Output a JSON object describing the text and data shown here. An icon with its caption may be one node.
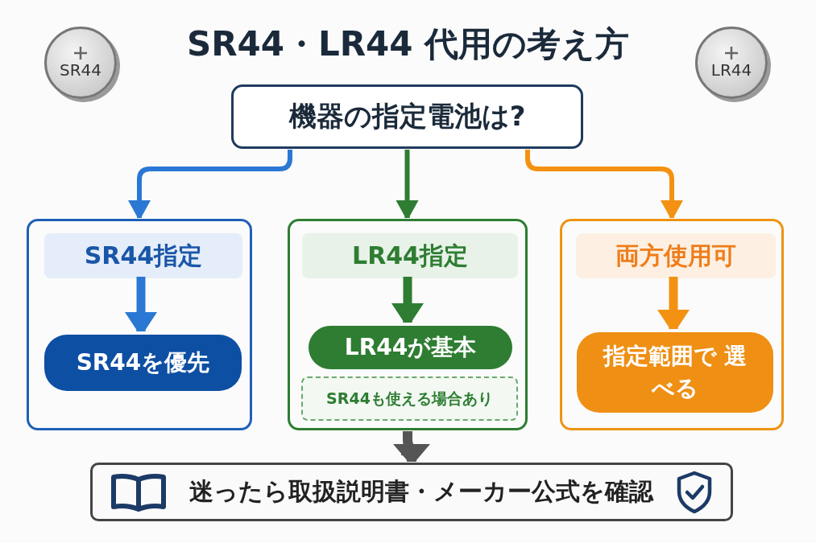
{
  "diagram": {
    "title": "SR44・LR44 代用の考え方",
    "nodes": [
      {
        "text": [
          "SR44"
        ]
      },
      {
        "text": [
          "LR44"
        ]
      },
      {
        "text": [
          "機器の指定電池は?"
        ]
      },
      {
        "text": [],
        "shape": "box"
      },
      {
        "text": [
          "SR44指定"
        ],
        "in": 3
      },
      {
        "text": [
          "SR44を優先"
        ],
        "in": 3
      },
      {
        "text": [],
        "shape": "box"
      },
      {
        "text": [
          "LR44指定"
        ],
        "in": 6
      },
      {
        "text": [
          "LR44が基本"
        ],
        "in": 6
      },
      {
        "text": [
          "SR44も使える場合あり"
        ],
        "in": 6
      },
      {
        "text": [],
        "shape": "box"
      },
      {
        "text": [
          "両方使用可"
        ],
        "in": 10
      },
      {
        "text": [
          "指定範囲で 選べる"
        ],
        "in": 10
      },
      {
        "text": [
          "迷ったら取扱説明書・メーカー公式を確認"
        ]
      }
    ],
    "edges": [
      {
        "from": 2,
        "to": 3,
        "arrow": "to",
        "color": "#2a78d4"
      },
      {
        "from": 2,
        "to": 6,
        "arrow": "to",
        "color": "#2e7d32"
      },
      {
        "from": 2,
        "to": 10,
        "arrow": "to",
        "color": "#f39212"
      },
      {
        "from": 4,
        "to": 5,
        "arrow": "to",
        "color": "#2a78d4"
      },
      {
        "from": 7,
        "to": 8,
        "arrow": "to",
        "color": "#2e7d32"
      },
      {
        "from": 11,
        "to": 12,
        "arrow": "to",
        "color": "#f39212"
      },
      {
        "from": 6,
        "to": 13,
        "arrow": "to",
        "color": "#555555"
      }
    ]
  }
}
